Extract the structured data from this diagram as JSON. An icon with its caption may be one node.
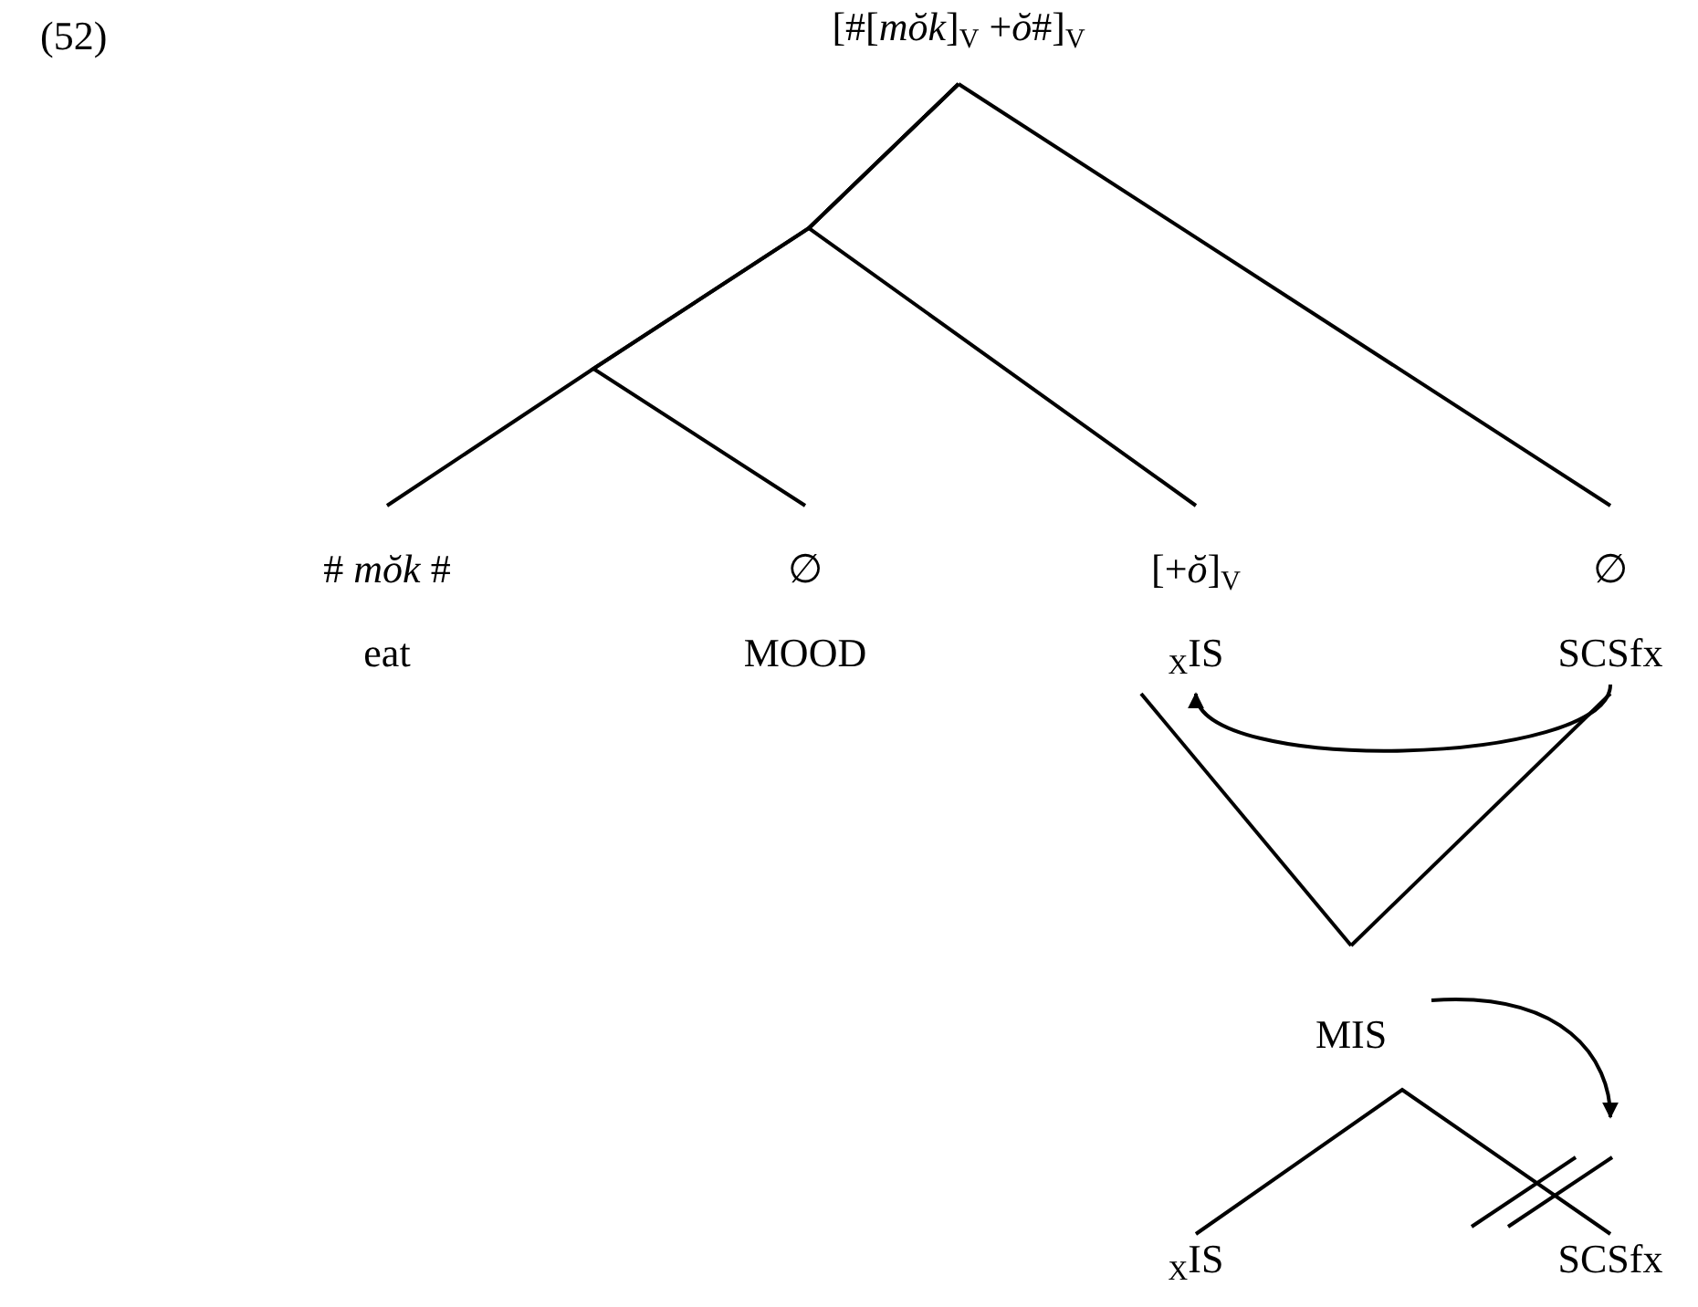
{
  "diagram": {
    "nodes": [
      {
        "text": [
          "[#[*mŏk*]$_{V}$ +*ŏ*#]$_{V}$"
        ]
      },
      {
        "text": [
          "# *mŏk* #",
          "eat"
        ]
      },
      {
        "text": [
          "∅",
          "MOOD"
        ]
      },
      {
        "text": [
          "[+*ŏ*]$_{V}$",
          "$_{X}$IS"
        ]
      },
      {
        "text": [
          "∅",
          "SCSfx"
        ]
      },
      {
        "text": [
          "MIS"
        ]
      },
      {
        "text": [
          "$_{X}$IS"
        ]
      },
      {
        "text": [
          "SCSfx"
        ]
      }
    ],
    "edges": [
      {
        "from": 0,
        "to": 1,
        "arrow": "none"
      },
      {
        "from": 0,
        "to": 2,
        "arrow": "none"
      },
      {
        "from": 0,
        "to": 3,
        "arrow": "none"
      },
      {
        "from": 0,
        "to": 4,
        "arrow": "none"
      },
      {
        "from": 4,
        "to": 3,
        "arrow": "to"
      },
      {
        "from": 5,
        "to": 3,
        "arrow": "none"
      },
      {
        "from": 5,
        "to": 4,
        "arrow": "none"
      },
      {
        "from": 6,
        "to": 7,
        "arrow": "none"
      },
      {
        "from": 5,
        "to": 7,
        "arrow": "to"
      }
    ],
    "labels": [
      "(52)"
    ]
  }
}
